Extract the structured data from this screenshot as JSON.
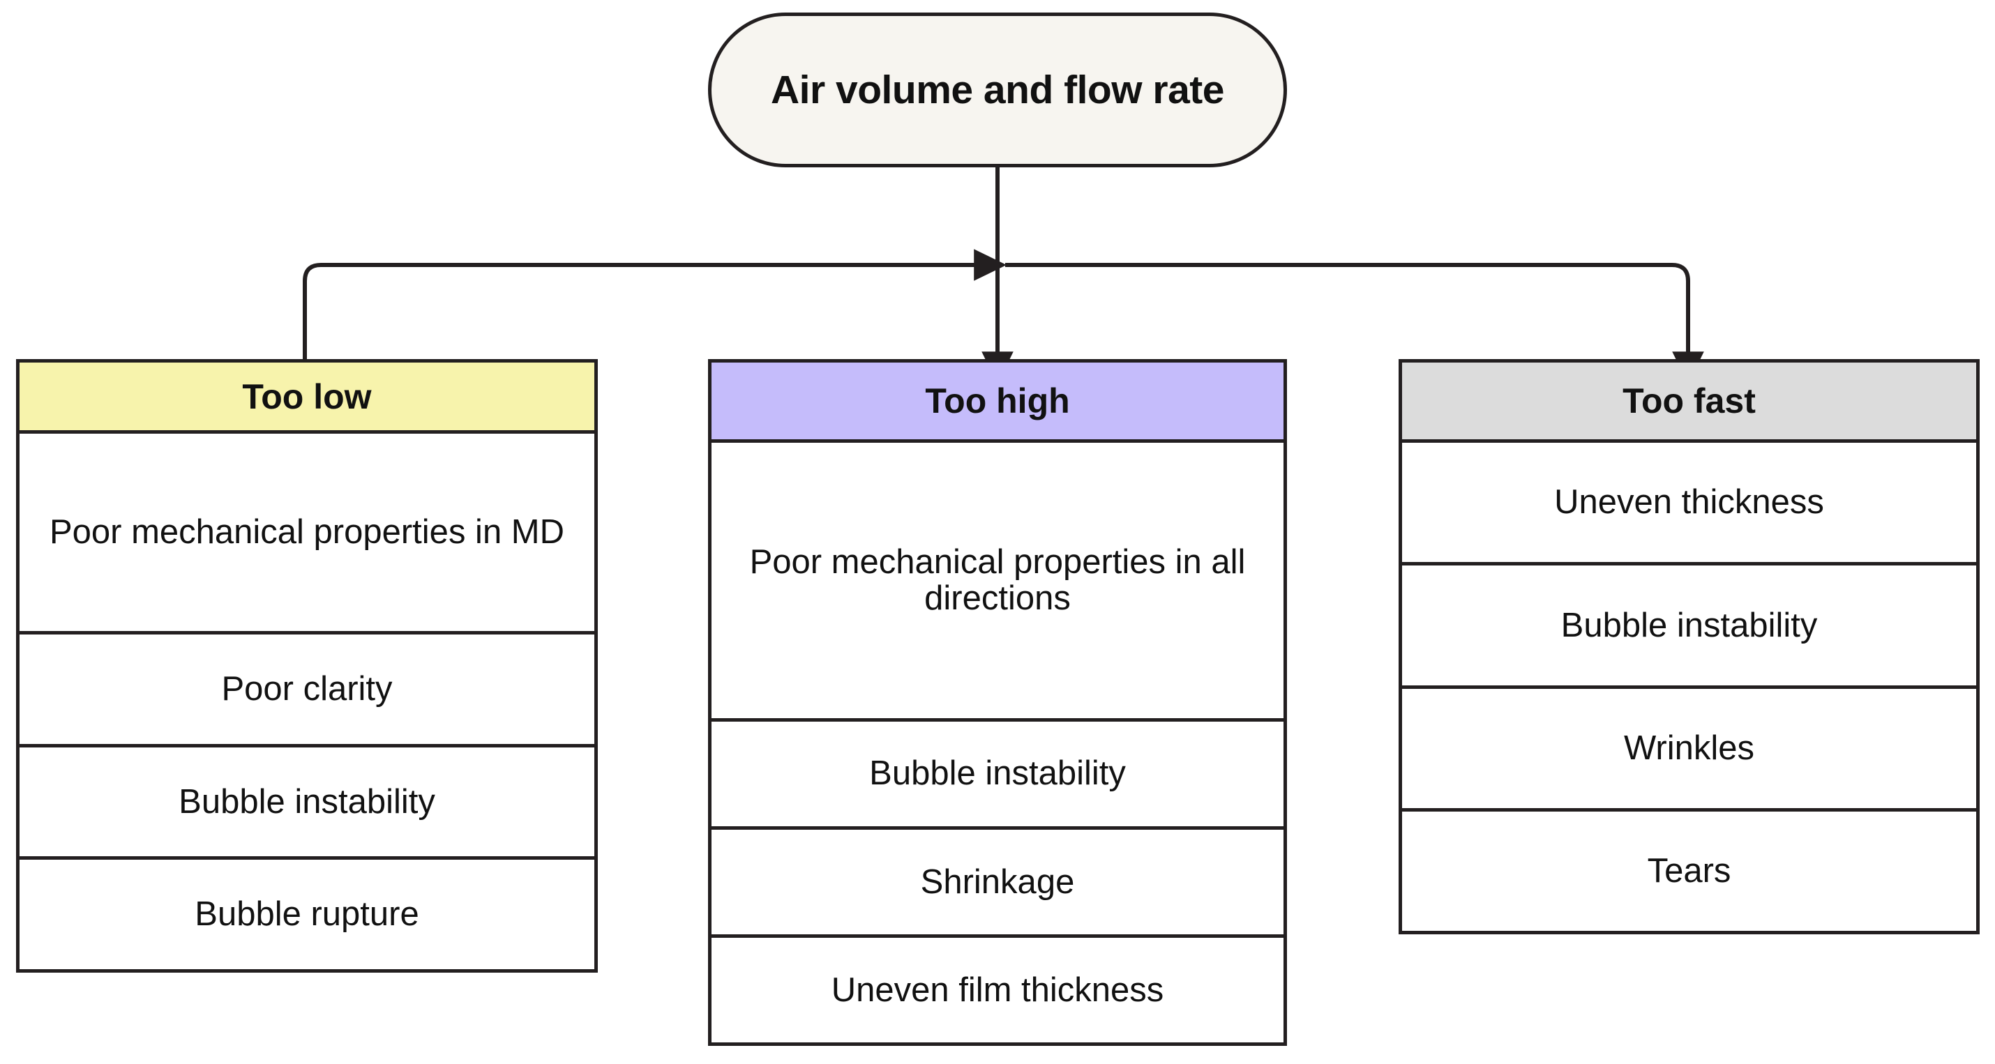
{
  "diagram": {
    "title": "Air volume and flow rate",
    "root": {
      "label": "Air volume and flow rate",
      "fill": "#f7f5f0",
      "stroke": "#231f20",
      "shape": "stadium"
    },
    "branches": [
      {
        "key": "too-low",
        "header": "Too low",
        "header_fill": "#f7f3ac",
        "items": [
          "Poor mechanical properties in MD",
          "Poor clarity",
          "Bubble instability",
          "Bubble rupture"
        ]
      },
      {
        "key": "too-high",
        "header": "Too high",
        "header_fill": "#c5bcfb",
        "items": [
          "Poor mechanical properties in all directions",
          "Bubble instability",
          "Shrinkage",
          "Uneven film thickness"
        ]
      },
      {
        "key": "too-fast",
        "header": "Too fast",
        "header_fill": "#dcdcdc",
        "items": [
          "Uneven thickness",
          "Bubble instability",
          "Wrinkles",
          "Tears"
        ]
      }
    ],
    "colors": {
      "stroke": "#231f20",
      "background": "#ffffff",
      "text": "#111111"
    }
  }
}
